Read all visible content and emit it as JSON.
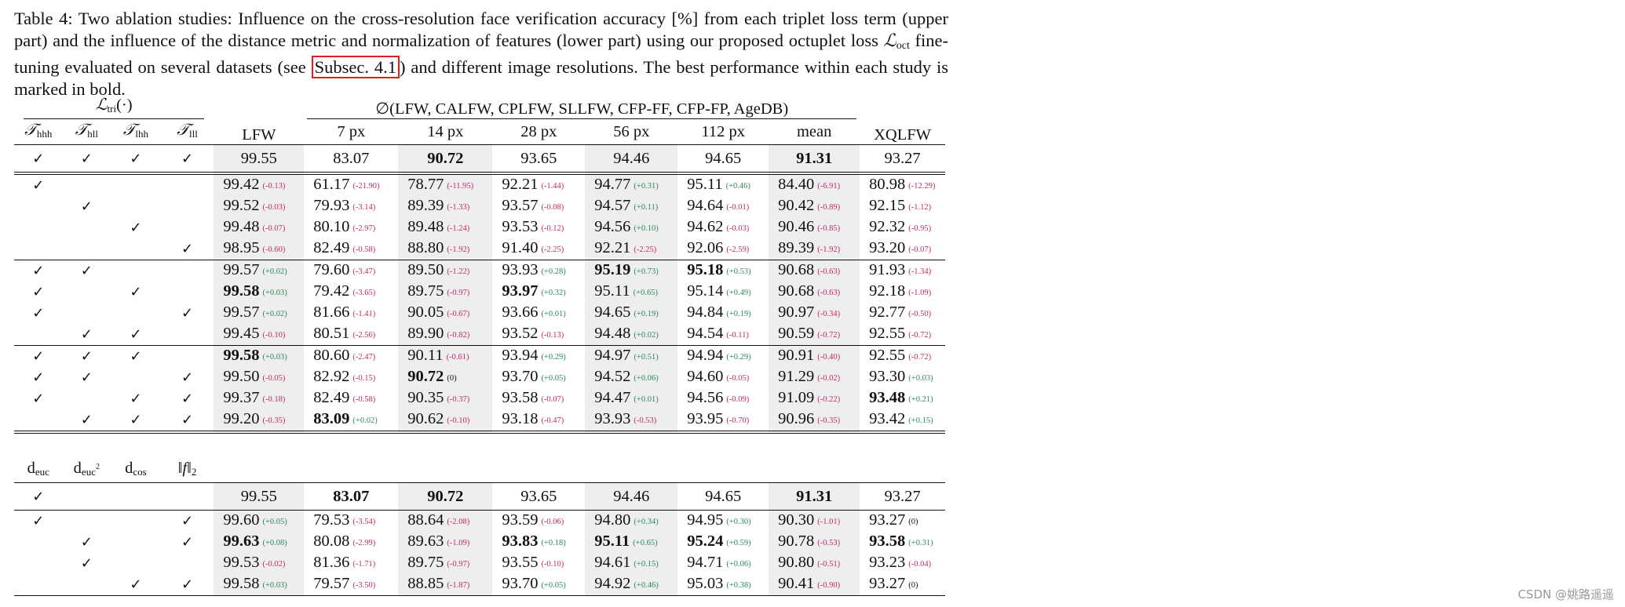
{
  "caption": {
    "part1": "Table 4: Two ablation studies: Influence on the cross-resolution face verification accuracy [%] from each triplet loss term (upper part) and the influence of the distance metric and normalization of features (lower part) using our proposed octuplet loss ",
    "loss_symbol": "ℒ",
    "loss_sub": "oct",
    "part2": " fine-tuning evaluated on several datasets (see ",
    "ref": "Subsec. 4.1",
    "part3": ") and different image resolutions. The best performance within each study is marked in bold."
  },
  "header": {
    "ltri": "ℒ",
    "ltri_sub": "tri",
    "ltri_arg": "(·)",
    "terms": [
      {
        "sym": "𝒯",
        "sub": "hhh"
      },
      {
        "sym": "𝒯",
        "sub": "hll"
      },
      {
        "sym": "𝒯",
        "sub": "lhh"
      },
      {
        "sym": "𝒯",
        "sub": "lll"
      }
    ],
    "lfw": "LFW",
    "avg_group": "∅(LFW, CALFW, CPLFW, SLLFW, CFP-FF, CFP-FP, AgeDB)",
    "res": [
      "7 px",
      "14 px",
      "28 px",
      "56 px",
      "112 px",
      "mean"
    ],
    "xqlfw": "XQLFW",
    "metrics": [
      {
        "sym": "d",
        "sub": "euc",
        "sup": ""
      },
      {
        "sym": "d",
        "sub": "euc",
        "sup": "2"
      },
      {
        "sym": "d",
        "sub": "cos",
        "sup": ""
      },
      {
        "sym": "‖f‖",
        "sub": "2",
        "sup": ""
      }
    ]
  },
  "study1": {
    "baseline": {
      "checks": [
        1,
        1,
        1,
        1
      ],
      "vals": [
        "99.55",
        "83.07",
        "90.72",
        "93.65",
        "94.46",
        "94.65",
        "91.31",
        "93.27"
      ],
      "bold": [
        0,
        0,
        1,
        0,
        0,
        0,
        1,
        0
      ]
    },
    "groups": [
      [
        {
          "checks": [
            1,
            0,
            0,
            0
          ],
          "vals": [
            "99.42",
            "61.17",
            "78.77",
            "92.21",
            "94.77",
            "95.11",
            "84.40",
            "80.98"
          ],
          "deltas": [
            "(-0.13)",
            "(-21.90)",
            "(-11.95)",
            "(-1.44)",
            "(+0.31)",
            "(+0.46)",
            "(-6.91)",
            "(-12.29)"
          ],
          "bold": [
            0,
            0,
            0,
            0,
            0,
            0,
            0,
            0
          ]
        },
        {
          "checks": [
            0,
            1,
            0,
            0
          ],
          "vals": [
            "99.52",
            "79.93",
            "89.39",
            "93.57",
            "94.57",
            "94.64",
            "90.42",
            "92.15"
          ],
          "deltas": [
            "(-0.03)",
            "(-3.14)",
            "(-1.33)",
            "(-0.08)",
            "(+0.11)",
            "(-0.01)",
            "(-0.89)",
            "(-1.12)"
          ],
          "bold": [
            0,
            0,
            0,
            0,
            0,
            0,
            0,
            0
          ]
        },
        {
          "checks": [
            0,
            0,
            1,
            0
          ],
          "vals": [
            "99.48",
            "80.10",
            "89.48",
            "93.53",
            "94.56",
            "94.62",
            "90.46",
            "92.32"
          ],
          "deltas": [
            "(-0.07)",
            "(-2.97)",
            "(-1.24)",
            "(-0.12)",
            "(+0.10)",
            "(-0.03)",
            "(-0.85)",
            "(-0.95)"
          ],
          "bold": [
            0,
            0,
            0,
            0,
            0,
            0,
            0,
            0
          ]
        },
        {
          "checks": [
            0,
            0,
            0,
            1
          ],
          "vals": [
            "98.95",
            "82.49",
            "88.80",
            "91.40",
            "92.21",
            "92.06",
            "89.39",
            "93.20"
          ],
          "deltas": [
            "(-0.60)",
            "(-0.58)",
            "(-1.92)",
            "(-2.25)",
            "(-2.25)",
            "(-2.59)",
            "(-1.92)",
            "(-0.07)"
          ],
          "bold": [
            0,
            0,
            0,
            0,
            0,
            0,
            0,
            0
          ]
        }
      ],
      [
        {
          "checks": [
            1,
            1,
            0,
            0
          ],
          "vals": [
            "99.57",
            "79.60",
            "89.50",
            "93.93",
            "95.19",
            "95.18",
            "90.68",
            "91.93"
          ],
          "deltas": [
            "(+0.02)",
            "(-3.47)",
            "(-1.22)",
            "(+0.28)",
            "(+0.73)",
            "(+0.53)",
            "(-0.63)",
            "(-1.34)"
          ],
          "bold": [
            0,
            0,
            0,
            0,
            1,
            1,
            0,
            0
          ]
        },
        {
          "checks": [
            1,
            0,
            1,
            0
          ],
          "vals": [
            "99.58",
            "79.42",
            "89.75",
            "93.97",
            "95.11",
            "95.14",
            "90.68",
            "92.18"
          ],
          "deltas": [
            "(+0.03)",
            "(-3.65)",
            "(-0.97)",
            "(+0.32)",
            "(+0.65)",
            "(+0.49)",
            "(-0.63)",
            "(-1.09)"
          ],
          "bold": [
            1,
            0,
            0,
            1,
            0,
            0,
            0,
            0
          ]
        },
        {
          "checks": [
            1,
            0,
            0,
            1
          ],
          "vals": [
            "99.57",
            "81.66",
            "90.05",
            "93.66",
            "94.65",
            "94.84",
            "90.97",
            "92.77"
          ],
          "deltas": [
            "(+0.02)",
            "(-1.41)",
            "(-0.67)",
            "(+0.01)",
            "(+0.19)",
            "(+0.19)",
            "(-0.34)",
            "(-0.50)"
          ],
          "bold": [
            0,
            0,
            0,
            0,
            0,
            0,
            0,
            0
          ]
        },
        {
          "checks": [
            0,
            1,
            1,
            0
          ],
          "vals": [
            "99.45",
            "80.51",
            "89.90",
            "93.52",
            "94.48",
            "94.54",
            "90.59",
            "92.55"
          ],
          "deltas": [
            "(-0.10)",
            "(-2.56)",
            "(-0.82)",
            "(-0.13)",
            "(+0.02)",
            "(-0.11)",
            "(-0.72)",
            "(-0.72)"
          ],
          "bold": [
            0,
            0,
            0,
            0,
            0,
            0,
            0,
            0
          ]
        }
      ],
      [
        {
          "checks": [
            1,
            1,
            1,
            0
          ],
          "vals": [
            "99.58",
            "80.60",
            "90.11",
            "93.94",
            "94.97",
            "94.94",
            "90.91",
            "92.55"
          ],
          "deltas": [
            "(+0.03)",
            "(-2.47)",
            "(-0.61)",
            "(+0.29)",
            "(+0.51)",
            "(+0.29)",
            "(-0.40)",
            "(-0.72)"
          ],
          "bold": [
            1,
            0,
            0,
            0,
            0,
            0,
            0,
            0
          ]
        },
        {
          "checks": [
            1,
            1,
            0,
            1
          ],
          "vals": [
            "99.50",
            "82.92",
            "90.72",
            "93.70",
            "94.52",
            "94.60",
            "91.29",
            "93.30"
          ],
          "deltas": [
            "(-0.05)",
            "(-0.15)",
            "(0)",
            "(+0.05)",
            "(+0.06)",
            "(-0.05)",
            "(-0.02)",
            "(+0.03)"
          ],
          "bold": [
            0,
            0,
            1,
            0,
            0,
            0,
            0,
            0
          ]
        },
        {
          "checks": [
            1,
            0,
            1,
            1
          ],
          "vals": [
            "99.37",
            "82.49",
            "90.35",
            "93.58",
            "94.47",
            "94.56",
            "91.09",
            "93.48"
          ],
          "deltas": [
            "(-0.18)",
            "(-0.58)",
            "(-0.37)",
            "(-0.07)",
            "(+0.01)",
            "(-0.09)",
            "(-0.22)",
            "(+0.21)"
          ],
          "bold": [
            0,
            0,
            0,
            0,
            0,
            0,
            0,
            1
          ]
        },
        {
          "checks": [
            0,
            1,
            1,
            1
          ],
          "vals": [
            "99.20",
            "83.09",
            "90.62",
            "93.18",
            "93.93",
            "93.95",
            "90.96",
            "93.42"
          ],
          "deltas": [
            "(-0.35)",
            "(+0.02)",
            "(-0.10)",
            "(-0.47)",
            "(-0.53)",
            "(-0.70)",
            "(-0.35)",
            "(+0.15)"
          ],
          "bold": [
            0,
            1,
            0,
            0,
            0,
            0,
            0,
            0
          ]
        }
      ]
    ]
  },
  "study2": {
    "baseline": {
      "checks": [
        1,
        0,
        0,
        0
      ],
      "vals": [
        "99.55",
        "83.07",
        "90.72",
        "93.65",
        "94.46",
        "94.65",
        "91.31",
        "93.27"
      ],
      "bold": [
        0,
        1,
        1,
        0,
        0,
        0,
        1,
        0
      ]
    },
    "rows": [
      {
        "checks": [
          1,
          0,
          0,
          1
        ],
        "vals": [
          "99.60",
          "79.53",
          "88.64",
          "93.59",
          "94.80",
          "94.95",
          "90.30",
          "93.27"
        ],
        "deltas": [
          "(+0.05)",
          "(-3.54)",
          "(-2.08)",
          "(-0.06)",
          "(+0.34)",
          "(+0.30)",
          "(-1.01)",
          "(0)"
        ],
        "bold": [
          0,
          0,
          0,
          0,
          0,
          0,
          0,
          0
        ]
      },
      {
        "checks": [
          0,
          1,
          0,
          1
        ],
        "vals": [
          "99.63",
          "80.08",
          "89.63",
          "93.83",
          "95.11",
          "95.24",
          "90.78",
          "93.58"
        ],
        "deltas": [
          "(+0.08)",
          "(-2.99)",
          "(-1.09)",
          "(+0.18)",
          "(+0.65)",
          "(+0.59)",
          "(-0.53)",
          "(+0.31)"
        ],
        "bold": [
          1,
          0,
          0,
          1,
          1,
          1,
          0,
          1
        ]
      },
      {
        "checks": [
          0,
          1,
          0,
          0
        ],
        "vals": [
          "99.53",
          "81.36",
          "89.75",
          "93.55",
          "94.61",
          "94.71",
          "90.80",
          "93.23"
        ],
        "deltas": [
          "(-0.02)",
          "(-1.71)",
          "(-0.97)",
          "(-0.10)",
          "(+0.15)",
          "(+0.06)",
          "(-0.51)",
          "(-0.04)"
        ],
        "bold": [
          0,
          0,
          0,
          0,
          0,
          0,
          0,
          0
        ]
      },
      {
        "checks": [
          0,
          0,
          1,
          1
        ],
        "vals": [
          "99.58",
          "79.57",
          "88.85",
          "93.70",
          "94.92",
          "95.03",
          "90.41",
          "93.27"
        ],
        "deltas": [
          "(+0.03)",
          "(-3.50)",
          "(-1.87)",
          "(+0.05)",
          "(+0.46)",
          "(+0.38)",
          "(-0.90)",
          "(0)"
        ],
        "bold": [
          0,
          0,
          0,
          0,
          0,
          0,
          0,
          0
        ]
      }
    ]
  },
  "watermark": "CSDN @姚路遥遥"
}
